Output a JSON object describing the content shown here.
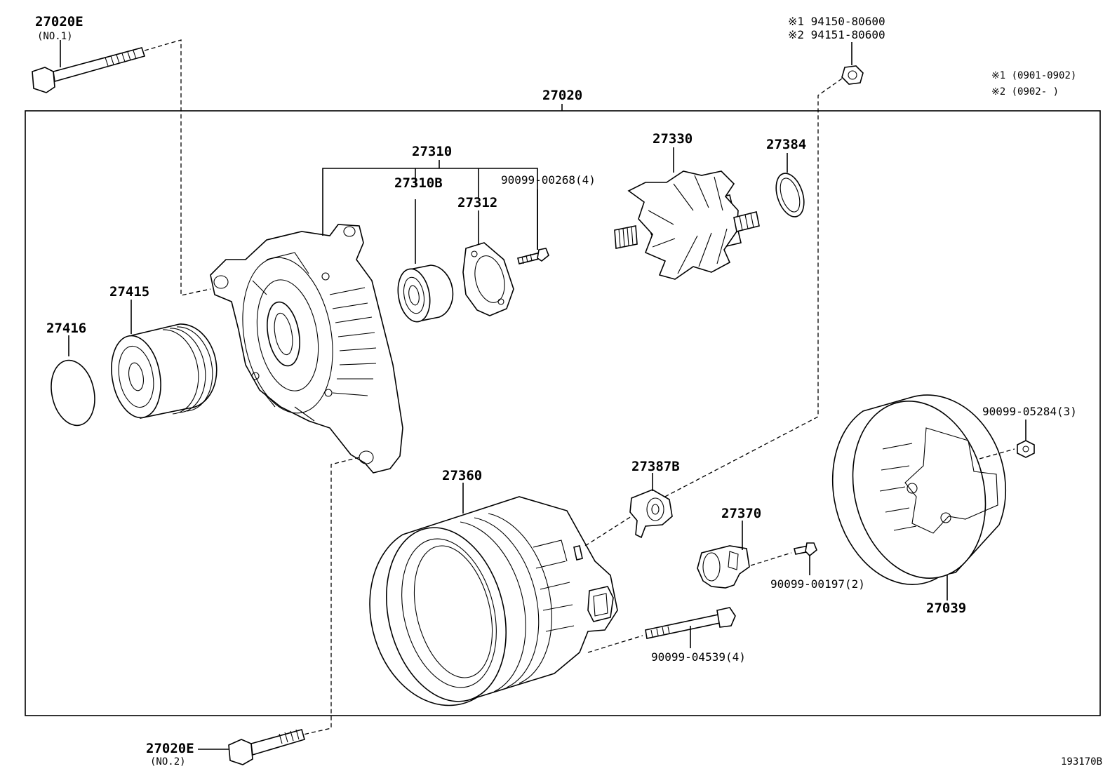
{
  "diagram": {
    "assembly_label": "27020",
    "callouts": {
      "bolt_no1": "27020E",
      "bolt_no1_note": "(NO.1)",
      "bolt_no2": "27020E",
      "bolt_no2_note": "(NO.2)",
      "nut_top_1": "※1 94150-80600",
      "nut_top_2": "※2 94151-80600",
      "range_1": "※1 (0901-0902)",
      "range_2": "※2 (0902-      )",
      "frame_group": "27310",
      "bearing": "27310B",
      "plate": "27312",
      "plate_screw": "90099-00268(4)",
      "rotor": "27330",
      "rotor_ring": "27384",
      "pulley": "27415",
      "pulley_cap": "27416",
      "stator_frame": "27360",
      "terminal_insulator": "27387B",
      "brush_holder": "27370",
      "brush_screw": "90099-00197(2)",
      "through_bolt": "90099-04539(4)",
      "rear_cover": "27039",
      "cover_nut": "90099-05284(3)"
    },
    "figure_id": "193170B"
  }
}
